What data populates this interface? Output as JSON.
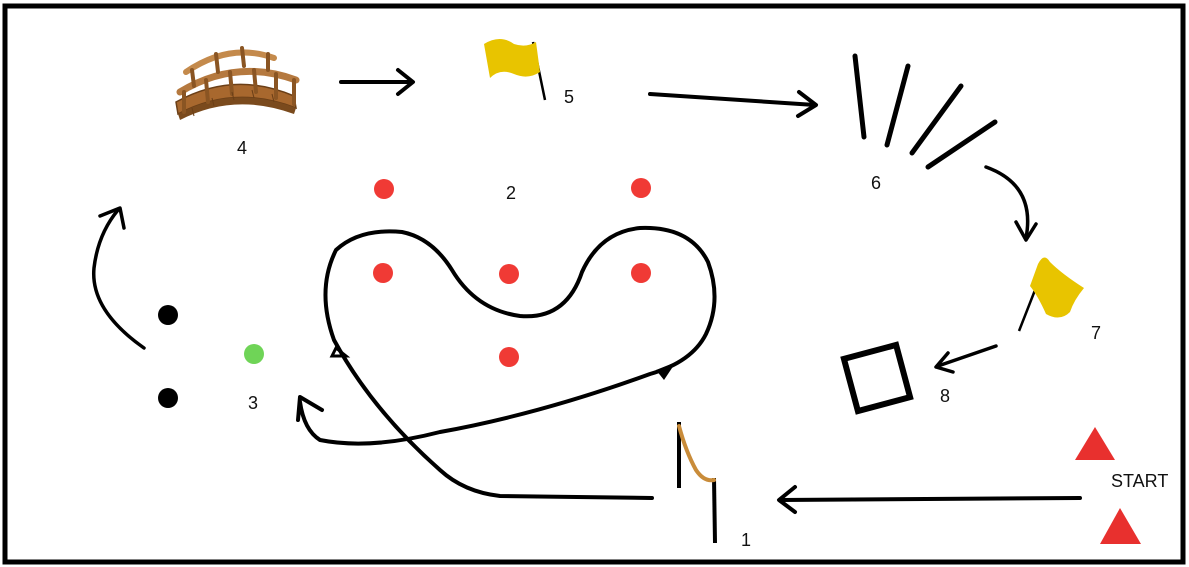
{
  "labels": {
    "s1": "1",
    "s2": "2",
    "s3": "3",
    "s4": "4",
    "s5": "5",
    "s6": "6",
    "s7": "7",
    "s8": "8",
    "start": "START"
  },
  "icons": {
    "bridge": "bridge-icon",
    "flag": "flag-icon",
    "gate": "gate-icon",
    "cone": "cone-icon",
    "box": "box-icon"
  },
  "colors": {
    "dot_red": "#f03a35",
    "dot_black": "#000000",
    "dot_green": "#6fd457",
    "flag_yellow": "#e8c400",
    "cone_red": "#e8302e",
    "bridge_wood": "#b5793f",
    "gate_rope": "#c98c3a"
  }
}
